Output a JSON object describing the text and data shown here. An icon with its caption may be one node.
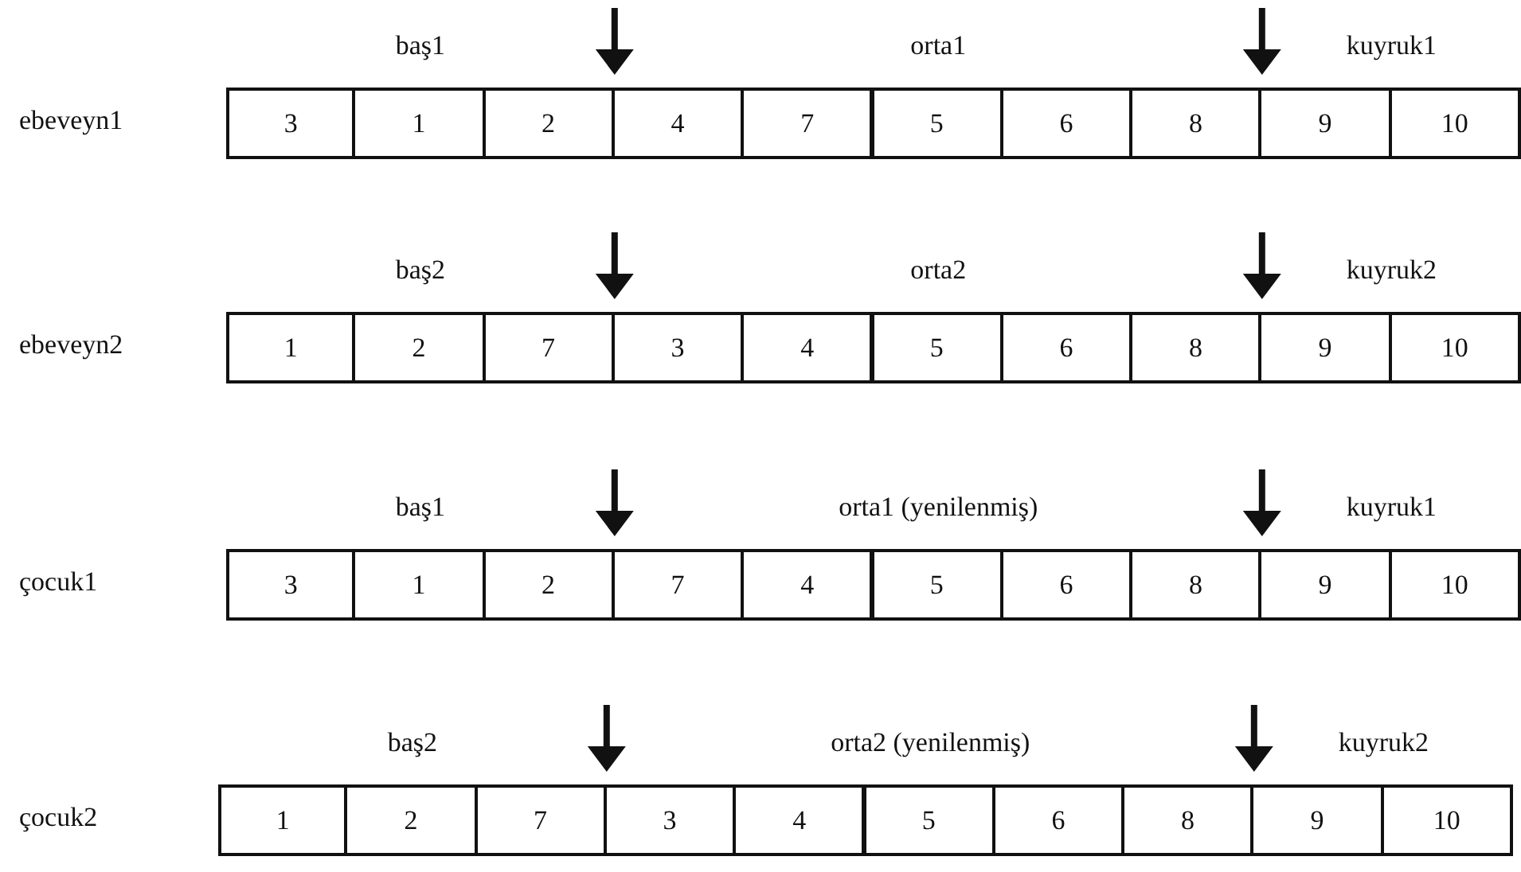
{
  "diagram": {
    "labels": [
      "baş1",
      "orta1",
      "kuyruk1",
      "ebeveyn1",
      "3",
      "1",
      "2",
      "4",
      "7",
      "5",
      "6",
      "8",
      "9",
      "10",
      "baş2",
      "orta2",
      "kuyruk2",
      "ebeveyn2",
      "1",
      "2",
      "7",
      "3",
      "4",
      "5",
      "6",
      "8",
      "9",
      "10",
      "baş1",
      "orta1 (yenilenmiş)",
      "kuyruk1",
      "çocuk1",
      "3",
      "1",
      "2",
      "7",
      "4",
      "5",
      "6",
      "8",
      "9",
      "10",
      "baş2",
      "orta2 (yenilenmiş)",
      "kuyruk2",
      "çocuk2",
      "1",
      "2",
      "7",
      "3",
      "4",
      "5",
      "6",
      "8",
      "9",
      "10"
    ]
  }
}
